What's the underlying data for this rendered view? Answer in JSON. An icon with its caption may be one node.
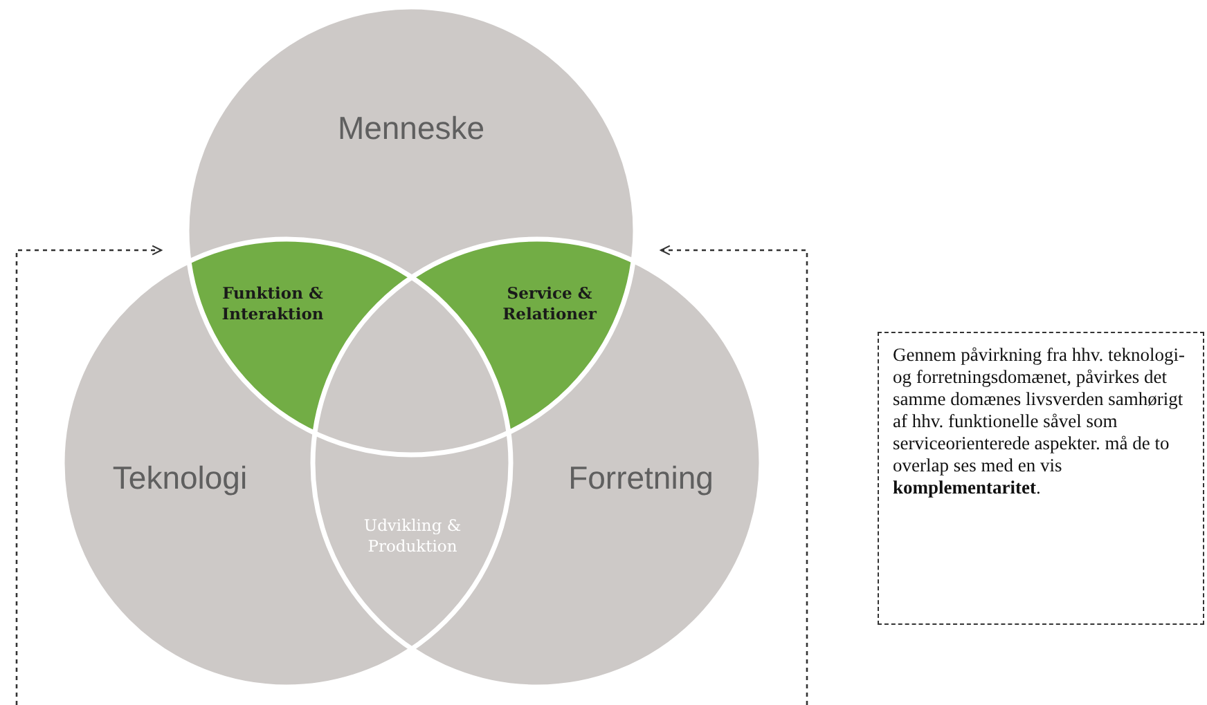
{
  "diagram": {
    "nodes": [
      {
        "text": [
          "Menneske"
        ]
      },
      {
        "text": [
          "Teknologi"
        ]
      },
      {
        "text": [
          "Forretning"
        ]
      },
      {
        "text": [
          "Funktion & Interaktion"
        ]
      },
      {
        "text": [
          "Service & Relationer"
        ]
      },
      {
        "text": [
          "Udvikling & Produktion"
        ]
      },
      {
        "text": [
          "Gennem påvirkning fra hhv. teknologi- og forretningsdomænet, påvirkes det samme domænes livsverden samhørigt af hhv. funktionelle såvel som serviceorienterede aspekter. må de to overlap ses med en vis **komplementaritet**."
        ]
      }
    ],
    "edges": [
      {
        "from": null,
        "to": 3,
        "arrow": "to",
        "style": "dashed"
      },
      {
        "from": null,
        "to": 4,
        "arrow": "to",
        "style": "dashed"
      }
    ]
  }
}
